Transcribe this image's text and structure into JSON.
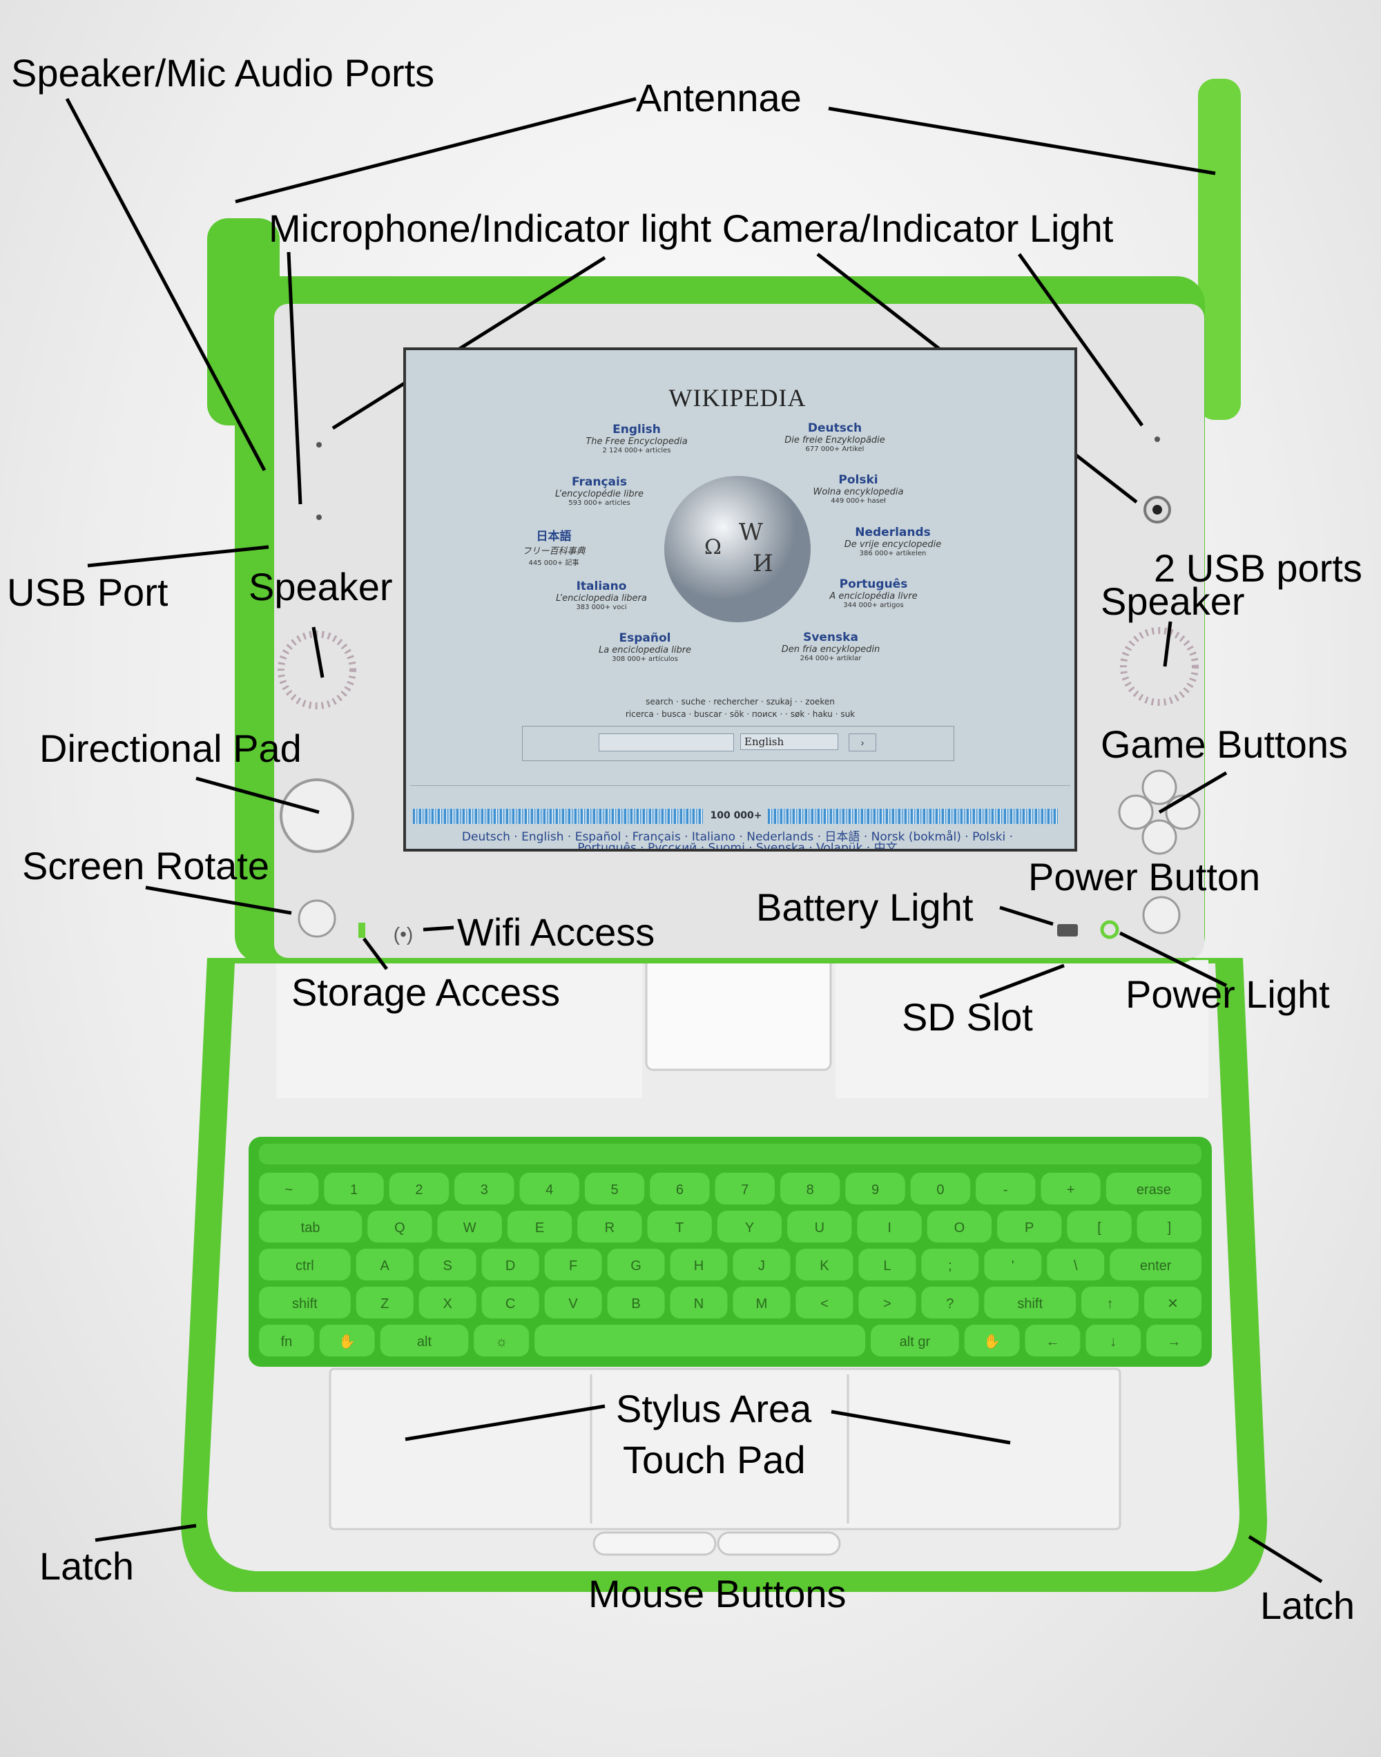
{
  "labels": {
    "speaker_mic_ports": "Speaker/Mic Audio Ports",
    "antennae": "Antennae",
    "mic_camera": "Microphone/Indicator light Camera/Indicator Light",
    "usb_port": "USB Port",
    "speaker_left": "Speaker",
    "usb_ports_right": "2 USB ports",
    "speaker_right": "Speaker",
    "directional_pad": "Directional Pad",
    "game_buttons": "Game Buttons",
    "screen_rotate": "Screen Rotate",
    "power_button": "Power Button",
    "battery_light": "Battery Light",
    "wifi_access": "Wifi Access",
    "storage_access": "Storage Access",
    "sd_slot": "SD Slot",
    "power_light": "Power Light",
    "stylus_area": "Stylus Area",
    "touch_pad": "Touch Pad",
    "latch_left": "Latch",
    "mouse_buttons": "Mouse Buttons",
    "latch_right": "Latch"
  },
  "screen": {
    "title": "WIKIPEDIA",
    "languages": [
      {
        "name": "English",
        "sub": "The Free Encyclopedia",
        "count": "2 124 000+ articles"
      },
      {
        "name": "Deutsch",
        "sub": "Die freie Enzyklopädie",
        "count": "677 000+ Artikel"
      },
      {
        "name": "Français",
        "sub": "L’encyclopédie libre",
        "count": "593 000+ articles"
      },
      {
        "name": "Polski",
        "sub": "Wolna encyklopedia",
        "count": "449 000+ haseł"
      },
      {
        "name": "日本語",
        "sub": "フリー百科事典",
        "count": "445 000+ 記事"
      },
      {
        "name": "Nederlands",
        "sub": "De vrije encyclopedie",
        "count": "386 000+ artikelen"
      },
      {
        "name": "Italiano",
        "sub": "L’enciclopedia libera",
        "count": "383 000+ voci"
      },
      {
        "name": "Português",
        "sub": "A enciclopédia livre",
        "count": "344 000+ artigos"
      },
      {
        "name": "Español",
        "sub": "La enciclopedia libre",
        "count": "308 000+ artículos"
      },
      {
        "name": "Svenska",
        "sub": "Den fria encyklopedin",
        "count": "264 000+ artiklar"
      }
    ],
    "search_words_1": "search · suche · rechercher · szukaj · · zoeken",
    "search_words_2": "ricerca · busca · buscar · sök · поиск · · søk · haku · suk",
    "search_value": "",
    "language_select": "English",
    "go_button": "›",
    "bar_label": "100 000+",
    "footer_1": "Deutsch · English · Español · Français · Italiano · Nederlands · 日本語 · Norsk (bokmål) · Polski ·",
    "footer_2": "Português · Русский · Suomi · Svenska · Volapük · 中文"
  },
  "keyboard": {
    "rows": [
      [
        "~",
        "1",
        "2",
        "3",
        "4",
        "5",
        "6",
        "7",
        "8",
        "9",
        "0",
        "-",
        "+",
        "erase"
      ],
      [
        "tab",
        "Q",
        "W",
        "E",
        "R",
        "T",
        "Y",
        "U",
        "I",
        "O",
        "P",
        "[",
        "]"
      ],
      [
        "ctrl",
        "A",
        "S",
        "D",
        "F",
        "G",
        "H",
        "J",
        "K",
        "L",
        ";",
        "'",
        "\\",
        "enter"
      ],
      [
        "shift",
        "Z",
        "X",
        "C",
        "V",
        "B",
        "N",
        "M",
        "<",
        ">",
        "?",
        "shift",
        "↑",
        "✕"
      ],
      [
        "fn",
        "✋",
        "alt",
        "☼",
        "",
        "alt gr",
        "✋",
        "←",
        "↓",
        "→"
      ]
    ]
  },
  "colors": {
    "green": "#5cc832",
    "dark_green": "#3c9c1e",
    "bezel": "#e4e4e4"
  }
}
